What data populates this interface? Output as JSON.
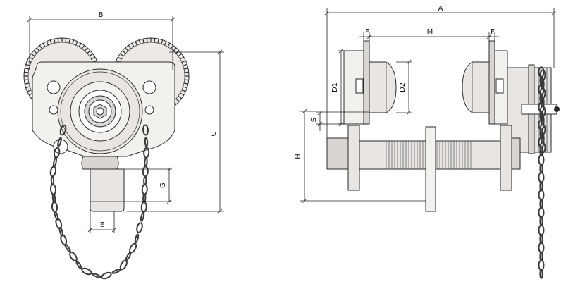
{
  "dimension_labels": {
    "B": "B",
    "C": "C",
    "G": "G",
    "E": "E",
    "A": "A",
    "F_left": "F",
    "M": "M",
    "F_right": "F",
    "D1": "D1",
    "D2": "D2",
    "S": "S",
    "H": "H"
  },
  "colors": {
    "line": "#2a2a2a",
    "body_fill": "#f3f1ee",
    "shade_fill": "#d8d5d2",
    "background": "#ffffff"
  }
}
